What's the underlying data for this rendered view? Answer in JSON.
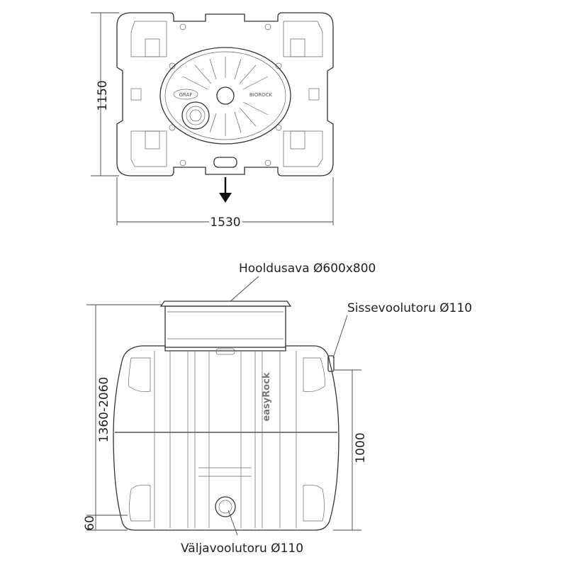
{
  "top_view": {
    "height_dim": "1150",
    "width_dim": "1530",
    "logo_left": "GRAF",
    "logo_right": "BIOROCK"
  },
  "side_view": {
    "manhole_label": "Hooldusava Ø600x800",
    "inlet_label": "Sissevoolutoru Ø110",
    "outlet_label": "Väljavoolutoru Ø110",
    "total_height_dim": "1360-2060",
    "inlet_height_dim": "1000",
    "base_dim": "60",
    "brand": "easyRock"
  }
}
